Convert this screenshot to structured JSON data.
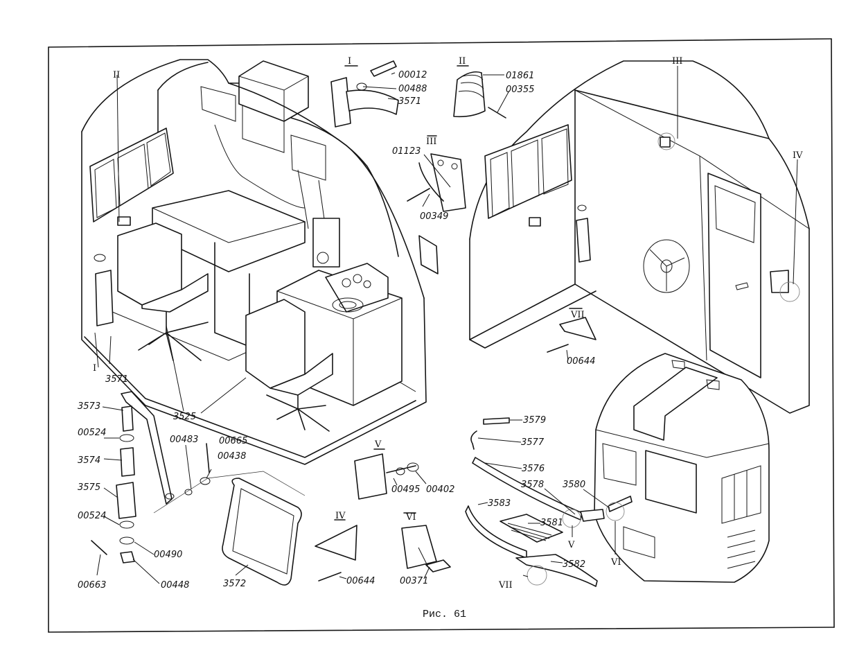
{
  "caption": "Рис. 61",
  "views": {
    "I": "I",
    "II": "II",
    "III": "III",
    "IV": "IV",
    "V": "V",
    "VI": "VI",
    "VII": "VII"
  },
  "labels": {
    "p00012": "00012",
    "p00488": "00488",
    "p3571": "3571",
    "p01861": "01861",
    "p00355": "00355",
    "p01123": "01123",
    "p00349": "00349",
    "p3525": "3525",
    "p3573": "3573",
    "p00524a": "00524",
    "p3574": "3574",
    "p3575": "3575",
    "p00524b": "00524",
    "p00490": "00490",
    "p00448": "00448",
    "p00663": "00663",
    "p00483": "00483",
    "p00665": "00665",
    "p00438": "00438",
    "p3572": "3572",
    "p00495": "00495",
    "p00402": "00402",
    "p00644a": "00644",
    "p00644b": "00644",
    "p00371": "00371",
    "p3579": "3579",
    "p3577": "3577",
    "p3576": "3576",
    "p3578": "3578",
    "p3580": "3580",
    "p3583": "3583",
    "p3581": "3581",
    "p3582": "3582",
    "p3571b": "3571"
  }
}
